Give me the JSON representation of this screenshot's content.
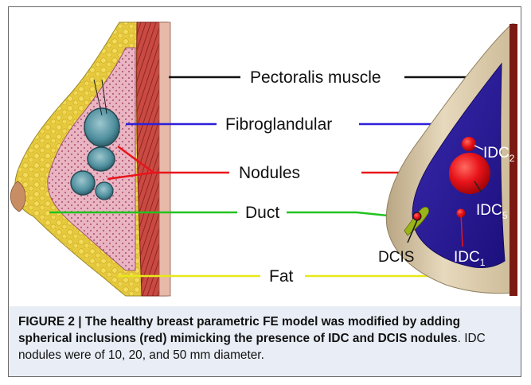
{
  "labels": {
    "pectoralis": "Pectoralis muscle",
    "fibroglandular": "Fibroglandular",
    "nodules": "Nodules",
    "duct": "Duct",
    "fat": "Fat"
  },
  "model_labels": {
    "idc2_base": "IDC",
    "idc2_sub": "2",
    "idc5_base": "IDC",
    "idc5_sub": "5",
    "idc1_base": "IDC",
    "idc1_sub": "1",
    "dcis": "DCIS"
  },
  "caption": {
    "figure_label": "FIGURE 2 | ",
    "bold_text": "The healthy breast parametric FE model was modified by adding spherical inclusions (red) mimicking the presence of IDC and DCIS nodules",
    "period": ". ",
    "plain_text": "IDC nodules were of 10, 20, and 50 mm diameter."
  },
  "colors": {
    "pectoralis_line": "#111111",
    "fibroglandular_line": "#2d1fd9",
    "nodules_line": "#e8141b",
    "duct_line": "#22c21f",
    "fat_line": "#e8e81a",
    "caption_bg": "#e9eef6"
  }
}
